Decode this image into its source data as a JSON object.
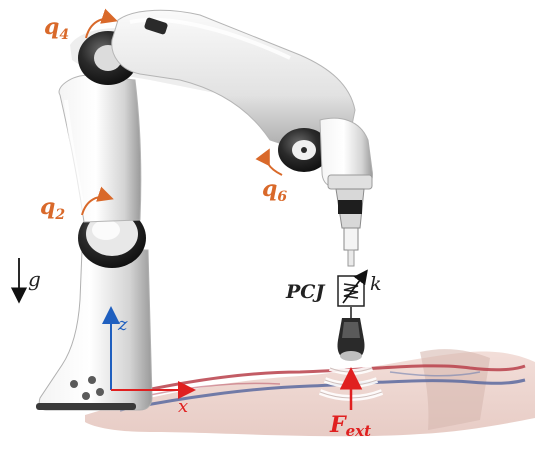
{
  "labels": {
    "q4": {
      "base": "q",
      "sub": "4"
    },
    "q2": {
      "base": "q",
      "sub": "2"
    },
    "q6": {
      "base": "q",
      "sub": "6"
    },
    "gravity": "g",
    "axis_z": "z",
    "axis_x": "x",
    "pcj": "PCJ",
    "stiffness": "k",
    "force": {
      "base": "F",
      "sub": "ext"
    }
  },
  "colors": {
    "joint_label": "#d9692a",
    "axis": "#1f5fbf",
    "axis_x": "#e02020",
    "force": "#e02020",
    "artery": "#b8404a",
    "vein": "#5a6aa0",
    "robot_body": "#e6e6e6",
    "robot_dark": "#1c1c1c"
  }
}
